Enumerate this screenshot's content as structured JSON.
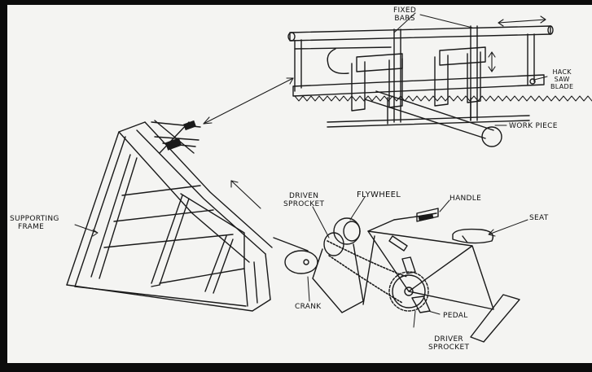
{
  "labels": {
    "fixed_bars": [
      "FIXED",
      "BARS"
    ],
    "hack_saw_blade": [
      "HACK",
      "SAW",
      "BLADE"
    ],
    "work_piece": "WORK PIECE",
    "supporting_frame": [
      "SUPPORTING",
      "FRAME"
    ],
    "driven_sprocket": [
      "DRIVEN",
      "SPROCKET"
    ],
    "flywheel": "FLYWHEEL",
    "handle": "HANDLE",
    "seat": "SEAT",
    "crank": "CRANK",
    "pedal": "PEDAL",
    "driver_sprocket": [
      "DRIVER",
      "SPROCKET"
    ]
  },
  "colors": {
    "ink": "#1a1a1a",
    "paper": "#f4f4f2",
    "border": "#0c0c0c"
  }
}
